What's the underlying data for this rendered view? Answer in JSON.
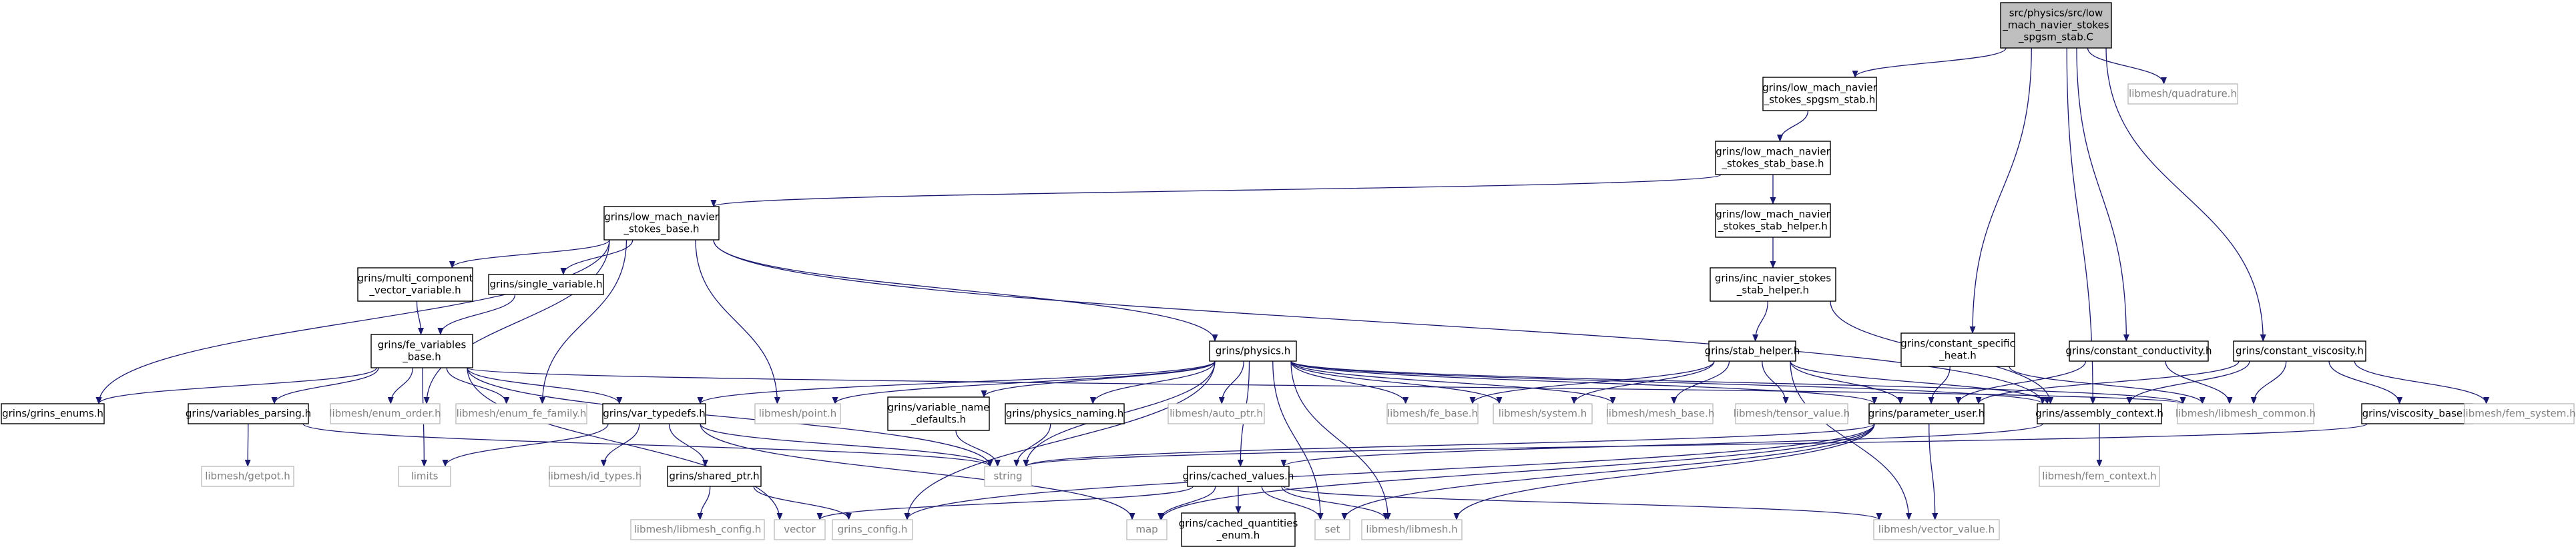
{
  "colors": {
    "edge": "#191970",
    "root_fill": "#bfbfbf",
    "node_border": "#000000",
    "external_border": "#bfbfbf",
    "external_text": "#7f7f7f",
    "text": "#000000",
    "background": "#ffffff"
  },
  "nodes": [
    {
      "id": "root",
      "lines": [
        "src/physics/src/low",
        "_mach_navier_stokes",
        "_spgsm_stab.C"
      ],
      "kind": "root"
    },
    {
      "id": "spgsm_h",
      "lines": [
        "grins/low_mach_navier",
        "_stokes_spgsm_stab.h"
      ],
      "kind": "normal"
    },
    {
      "id": "quadrature",
      "lines": [
        "libmesh/quadrature.h"
      ],
      "kind": "external"
    },
    {
      "id": "stab_base",
      "lines": [
        "grins/low_mach_navier",
        "_stokes_stab_base.h"
      ],
      "kind": "normal"
    },
    {
      "id": "stab_helper_lm",
      "lines": [
        "grins/low_mach_navier",
        "_stokes_stab_helper.h"
      ],
      "kind": "normal"
    },
    {
      "id": "lm_base",
      "lines": [
        "grins/low_mach_navier",
        "_stokes_base.h"
      ],
      "kind": "normal"
    },
    {
      "id": "inc_stab_helper",
      "lines": [
        "grins/inc_navier_stokes",
        "_stab_helper.h"
      ],
      "kind": "normal"
    },
    {
      "id": "multi_comp",
      "lines": [
        "grins/multi_component",
        "_vector_variable.h"
      ],
      "kind": "normal"
    },
    {
      "id": "single_var",
      "lines": [
        "grins/single_variable.h"
      ],
      "kind": "normal"
    },
    {
      "id": "physics",
      "lines": [
        "grins/physics.h"
      ],
      "kind": "normal"
    },
    {
      "id": "stab_helper",
      "lines": [
        "grins/stab_helper.h"
      ],
      "kind": "normal"
    },
    {
      "id": "const_heat",
      "lines": [
        "grins/constant_specific",
        "_heat.h"
      ],
      "kind": "normal"
    },
    {
      "id": "const_cond",
      "lines": [
        "grins/constant_conductivity.h"
      ],
      "kind": "normal"
    },
    {
      "id": "const_visc",
      "lines": [
        "grins/constant_viscosity.h"
      ],
      "kind": "normal"
    },
    {
      "id": "fe_vars",
      "lines": [
        "grins/fe_variables",
        "_base.h"
      ],
      "kind": "normal"
    },
    {
      "id": "grins_enums",
      "lines": [
        "grins/grins_enums.h"
      ],
      "kind": "normal"
    },
    {
      "id": "vars_parsing",
      "lines": [
        "grins/variables_parsing.h"
      ],
      "kind": "normal"
    },
    {
      "id": "enum_order",
      "lines": [
        "libmesh/enum_order.h"
      ],
      "kind": "external"
    },
    {
      "id": "enum_fe_family",
      "lines": [
        "libmesh/enum_fe_family.h"
      ],
      "kind": "external"
    },
    {
      "id": "var_typedefs",
      "lines": [
        "grins/var_typedefs.h"
      ],
      "kind": "normal"
    },
    {
      "id": "point",
      "lines": [
        "libmesh/point.h"
      ],
      "kind": "external"
    },
    {
      "id": "var_name_defaults",
      "lines": [
        "grins/variable_name",
        "_defaults.h"
      ],
      "kind": "normal"
    },
    {
      "id": "physics_naming",
      "lines": [
        "grins/physics_naming.h"
      ],
      "kind": "normal"
    },
    {
      "id": "auto_ptr",
      "lines": [
        "libmesh/auto_ptr.h"
      ],
      "kind": "external"
    },
    {
      "id": "fe_base",
      "lines": [
        "libmesh/fe_base.h"
      ],
      "kind": "external"
    },
    {
      "id": "system",
      "lines": [
        "libmesh/system.h"
      ],
      "kind": "external"
    },
    {
      "id": "mesh_base",
      "lines": [
        "libmesh/mesh_base.h"
      ],
      "kind": "external"
    },
    {
      "id": "tensor_value",
      "lines": [
        "libmesh/tensor_value.h"
      ],
      "kind": "external"
    },
    {
      "id": "param_user",
      "lines": [
        "grins/parameter_user.h"
      ],
      "kind": "normal"
    },
    {
      "id": "assembly_ctx",
      "lines": [
        "grins/assembly_context.h"
      ],
      "kind": "normal"
    },
    {
      "id": "libmesh_common",
      "lines": [
        "libmesh/libmesh_common.h"
      ],
      "kind": "external"
    },
    {
      "id": "visc_base",
      "lines": [
        "grins/viscosity_base.h"
      ],
      "kind": "normal"
    },
    {
      "id": "fem_system",
      "lines": [
        "libmesh/fem_system.h"
      ],
      "kind": "external"
    },
    {
      "id": "getpot",
      "lines": [
        "libmesh/getpot.h"
      ],
      "kind": "external"
    },
    {
      "id": "limits",
      "lines": [
        "limits"
      ],
      "kind": "external"
    },
    {
      "id": "id_types",
      "lines": [
        "libmesh/id_types.h"
      ],
      "kind": "external"
    },
    {
      "id": "shared_ptr",
      "lines": [
        "grins/shared_ptr.h"
      ],
      "kind": "normal"
    },
    {
      "id": "string",
      "lines": [
        "string"
      ],
      "kind": "external"
    },
    {
      "id": "cached_values",
      "lines": [
        "grins/cached_values.h"
      ],
      "kind": "normal"
    },
    {
      "id": "fem_context",
      "lines": [
        "libmesh/fem_context.h"
      ],
      "kind": "external"
    },
    {
      "id": "libmesh_config",
      "lines": [
        "libmesh/libmesh_config.h"
      ],
      "kind": "external"
    },
    {
      "id": "grins_config",
      "lines": [
        "grins_config.h"
      ],
      "kind": "external"
    },
    {
      "id": "vector",
      "lines": [
        "vector"
      ],
      "kind": "external"
    },
    {
      "id": "map",
      "lines": [
        "map"
      ],
      "kind": "external"
    },
    {
      "id": "cached_enum",
      "lines": [
        "grins/cached_quantities",
        "_enum.h"
      ],
      "kind": "normal"
    },
    {
      "id": "set",
      "lines": [
        "set"
      ],
      "kind": "external"
    },
    {
      "id": "libmesh_h",
      "lines": [
        "libmesh/libmesh.h"
      ],
      "kind": "external"
    },
    {
      "id": "vector_value",
      "lines": [
        "libmesh/vector_value.h"
      ],
      "kind": "external"
    }
  ],
  "edges": [
    [
      "root",
      "spgsm_h"
    ],
    [
      "root",
      "quadrature"
    ],
    [
      "root",
      "const_heat"
    ],
    [
      "root",
      "assembly_ctx"
    ],
    [
      "root",
      "const_cond"
    ],
    [
      "root",
      "const_visc"
    ],
    [
      "spgsm_h",
      "stab_base"
    ],
    [
      "stab_base",
      "lm_base"
    ],
    [
      "stab_base",
      "stab_helper_lm"
    ],
    [
      "stab_helper_lm",
      "inc_stab_helper"
    ],
    [
      "inc_stab_helper",
      "stab_helper"
    ],
    [
      "inc_stab_helper",
      "assembly_ctx"
    ],
    [
      "lm_base",
      "grins_enums"
    ],
    [
      "lm_base",
      "multi_comp"
    ],
    [
      "lm_base",
      "single_var"
    ],
    [
      "lm_base",
      "enum_order"
    ],
    [
      "lm_base",
      "enum_fe_family"
    ],
    [
      "lm_base",
      "point"
    ],
    [
      "lm_base",
      "physics"
    ],
    [
      "lm_base",
      "assembly_ctx"
    ],
    [
      "multi_comp",
      "fe_vars"
    ],
    [
      "single_var",
      "fe_vars"
    ],
    [
      "fe_vars",
      "grins_enums"
    ],
    [
      "fe_vars",
      "vars_parsing"
    ],
    [
      "fe_vars",
      "enum_order"
    ],
    [
      "fe_vars",
      "enum_fe_family"
    ],
    [
      "fe_vars",
      "var_typedefs"
    ],
    [
      "fe_vars",
      "string"
    ],
    [
      "fe_vars",
      "limits"
    ],
    [
      "fe_vars",
      "vector"
    ],
    [
      "fe_vars",
      "libmesh_common"
    ],
    [
      "vars_parsing",
      "getpot"
    ],
    [
      "vars_parsing",
      "string"
    ],
    [
      "physics",
      "var_typedefs"
    ],
    [
      "physics",
      "point"
    ],
    [
      "physics",
      "var_name_defaults"
    ],
    [
      "physics",
      "physics_naming"
    ],
    [
      "physics",
      "auto_ptr"
    ],
    [
      "physics",
      "fe_base"
    ],
    [
      "physics",
      "system"
    ],
    [
      "physics",
      "mesh_base"
    ],
    [
      "physics",
      "param_user"
    ],
    [
      "physics",
      "assembly_ctx"
    ],
    [
      "physics",
      "libmesh_common"
    ],
    [
      "physics",
      "cached_values"
    ],
    [
      "physics",
      "string"
    ],
    [
      "physics",
      "set"
    ],
    [
      "physics",
      "libmesh_h"
    ],
    [
      "physics",
      "grins_config"
    ],
    [
      "var_typedefs",
      "limits"
    ],
    [
      "var_typedefs",
      "id_types"
    ],
    [
      "var_typedefs",
      "shared_ptr"
    ],
    [
      "var_typedefs",
      "string"
    ],
    [
      "var_typedefs",
      "map"
    ],
    [
      "shared_ptr",
      "libmesh_config"
    ],
    [
      "shared_ptr",
      "grins_config"
    ],
    [
      "var_name_defaults",
      "string"
    ],
    [
      "physics_naming",
      "string"
    ],
    [
      "stab_helper",
      "fe_base"
    ],
    [
      "stab_helper",
      "system"
    ],
    [
      "stab_helper",
      "mesh_base"
    ],
    [
      "stab_helper",
      "tensor_value"
    ],
    [
      "stab_helper",
      "param_user"
    ],
    [
      "stab_helper",
      "assembly_ctx"
    ],
    [
      "stab_helper",
      "vector_value"
    ],
    [
      "const_heat",
      "param_user"
    ],
    [
      "const_heat",
      "libmesh_common"
    ],
    [
      "const_cond",
      "param_user"
    ],
    [
      "const_cond",
      "libmesh_common"
    ],
    [
      "const_visc",
      "param_user"
    ],
    [
      "const_visc",
      "assembly_ctx"
    ],
    [
      "const_visc",
      "libmesh_common"
    ],
    [
      "const_visc",
      "visc_base"
    ],
    [
      "const_visc",
      "fem_system"
    ],
    [
      "visc_base",
      "string"
    ],
    [
      "param_user",
      "string"
    ],
    [
      "param_user",
      "map"
    ],
    [
      "param_user",
      "set"
    ],
    [
      "param_user",
      "libmesh_h"
    ],
    [
      "param_user",
      "vector_value"
    ],
    [
      "param_user",
      "grins_config"
    ],
    [
      "assembly_ctx",
      "fem_context"
    ],
    [
      "assembly_ctx",
      "cached_values"
    ],
    [
      "cached_values",
      "vector"
    ],
    [
      "cached_values",
      "map"
    ],
    [
      "cached_values",
      "cached_enum"
    ],
    [
      "cached_values",
      "set"
    ],
    [
      "cached_values",
      "libmesh_h"
    ],
    [
      "cached_values",
      "vector_value"
    ]
  ]
}
